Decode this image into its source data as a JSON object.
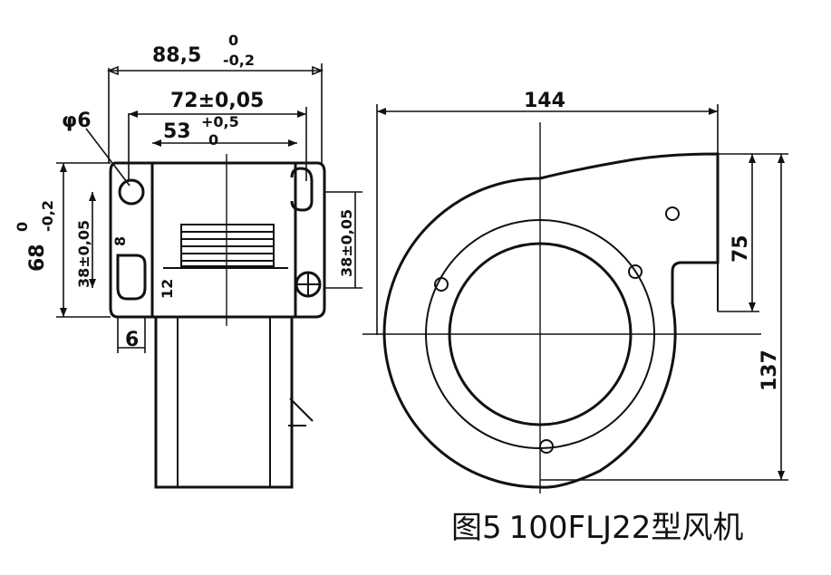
{
  "caption": {
    "figure_label": "图5",
    "model": "100FLJ22型风机"
  },
  "dimensions": {
    "overall_width": "88,5",
    "overall_width_upper": "0",
    "overall_width_lower": "-0,2",
    "hole_spacing": "72±0,05",
    "body_width": "53",
    "body_width_upper": "+0,5",
    "body_width_lower": "0",
    "hole_diameter": "φ6",
    "height": "68",
    "height_upper": "0",
    "height_lower": "-0,2",
    "hole_height": "38±0,05",
    "left_small": "8",
    "bottom_small": "6",
    "mid_small": "12",
    "right_hole_height": "38±0,05",
    "front_width": "144",
    "front_outlet": "75",
    "front_height": "137"
  }
}
